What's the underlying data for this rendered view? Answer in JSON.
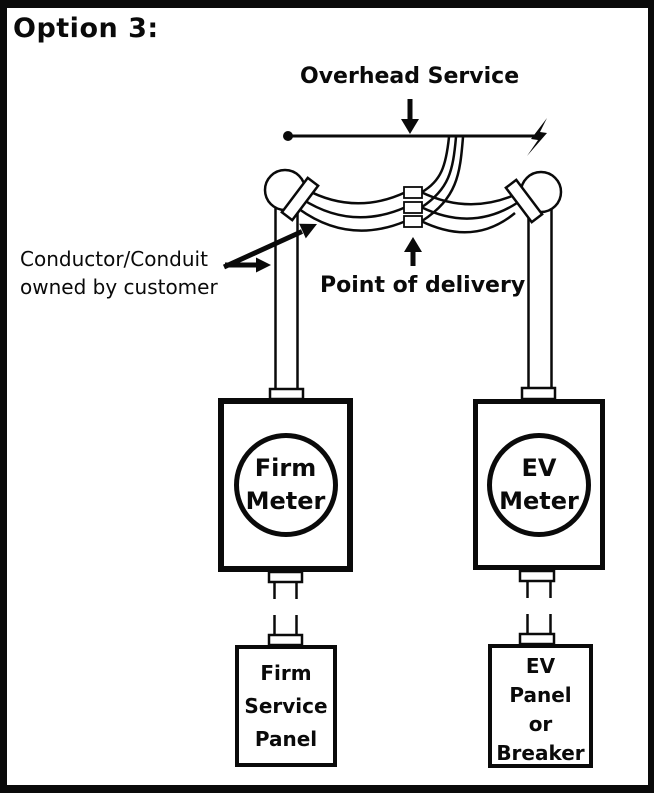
{
  "title": "Option 3:",
  "colors": {
    "ink": "#0a0a0a",
    "background": "#ffffff"
  },
  "labels": {
    "overhead_service": "Overhead Service",
    "point_of_delivery": "Point of delivery",
    "conductor_line1": "Conductor/Conduit",
    "conductor_line2": "owned by customer"
  },
  "meters": {
    "firm": {
      "line1": "Firm",
      "line2": "Meter"
    },
    "ev": {
      "line1": "EV",
      "line2": "Meter"
    }
  },
  "panels": {
    "firm": [
      "Firm",
      "Service",
      "Panel"
    ],
    "ev": [
      "EV",
      "Panel",
      "or",
      "Breaker"
    ]
  },
  "icons": {
    "lightning": "lightning-bolt (utility source end of overhead span)",
    "dot": "attachment-point dot (left end of overhead span)"
  }
}
